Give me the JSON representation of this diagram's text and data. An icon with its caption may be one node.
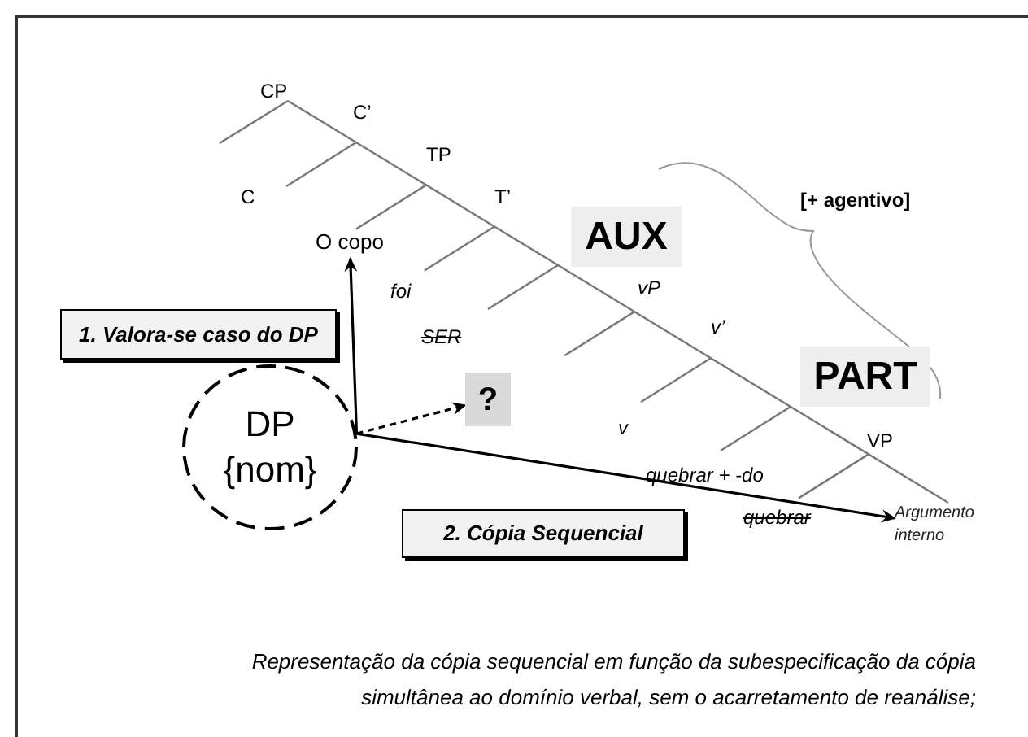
{
  "diagram": {
    "caption": "Representação da cópia sequencial  em função da subespecificação da cópia simultânea ao domínio verbal, sem o acarretamento de reanálise;",
    "nodes": [
      {
        "text": [
          "DP",
          "{nom}"
        ]
      },
      {
        "text": [
          "O copo"
        ]
      },
      {
        "text": [
          "?"
        ]
      },
      {
        "text": [
          "Argumento interno"
        ]
      },
      {
        "text": [
          "1. Valora-se caso do DP"
        ]
      },
      {
        "text": [
          "2. Cópia Sequencial"
        ]
      },
      {
        "text": [
          "AUX"
        ]
      },
      {
        "text": [
          "PART"
        ]
      }
    ],
    "edges": [
      {
        "from": 0,
        "to": 1,
        "arrow": "to"
      },
      {
        "from": 0,
        "to": 2,
        "arrow": "to",
        "style": "dashed"
      },
      {
        "from": 0,
        "to": 3,
        "arrow": "to"
      }
    ],
    "labels": [
      "CP",
      "C’",
      "C",
      "TP",
      "T’",
      "foi",
      "SER",
      "[+ agentivo]",
      "vP",
      "v’",
      "v",
      "VP",
      "quebrar + -do",
      "quebrar"
    ]
  }
}
